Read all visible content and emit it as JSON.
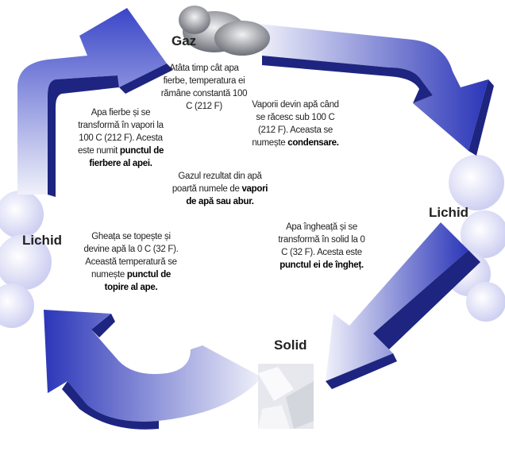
{
  "labels": {
    "gas": "Gaz",
    "liquid_right": "Lichid",
    "liquid_left": "Lichid",
    "solid": "Solid"
  },
  "texts": {
    "boiling_constant": "Atâta timp cât apa fierbe, temperatura ei rămâne constantă 100 C (212 F)",
    "boiling_point_a": "Apa fierbe și se transformă în vapori la 100 C (212 F). Acesta este numit ",
    "boiling_point_b": "punctul de fierbere al apei.",
    "condensation_a": "Vaporii devin apă când se răcesc sub 100 C (212 F). Aceasta se numește ",
    "condensation_b": "condensare.",
    "vapor_a": "Gazul rezultat din apă poartă numele de ",
    "vapor_b": "vapori de apă sau abur.",
    "freezing_a": "Apa îngheață și se transformă în solid la 0 C (32 F). Acesta este ",
    "freezing_b": "punctul ei de îngheț.",
    "melting_a": "Gheața se topește și devine apă la 0 C (32 F). Această temperatură se numește ",
    "melting_b": "punctul de topire al ape."
  },
  "colors": {
    "arrow_dark": "#1e2580",
    "arrow_mid": "#3a46c8",
    "arrow_light": "#e8eaf6"
  }
}
